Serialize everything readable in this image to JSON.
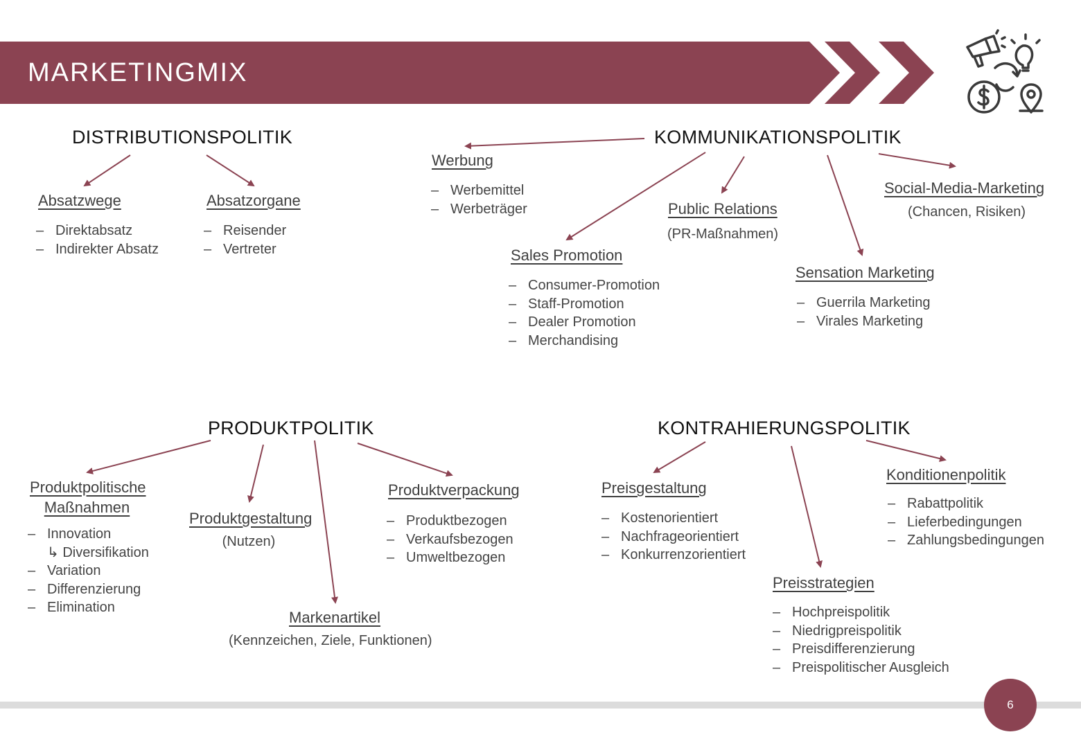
{
  "header": {
    "title": "MARKETINGMIX",
    "accent_color": "#8b4352",
    "icon": "marketing-mix-icon"
  },
  "distribution": {
    "title": "DISTRIBUTIONSPOLITIK",
    "absatzwege": {
      "label": "Absatzwege",
      "items": [
        "Direktabsatz",
        "Indirekter Absatz"
      ]
    },
    "absatzorgane": {
      "label": "Absatzorgane",
      "items": [
        "Reisender",
        "Vertreter"
      ]
    }
  },
  "communication": {
    "title": "KOMMUNIKATIONSPOLITIK",
    "werbung": {
      "label": "Werbung",
      "items": [
        "Werbemittel",
        "Werbeträger"
      ]
    },
    "sales_promotion": {
      "label": "Sales Promotion",
      "items": [
        "Consumer-Promotion",
        "Staff-Promotion",
        "Dealer Promotion",
        "Merchandising"
      ]
    },
    "public_relations": {
      "label": "Public Relations",
      "note": "(PR-Maßnahmen)"
    },
    "sensation_marketing": {
      "label": "Sensation Marketing",
      "items": [
        "Guerrila Marketing",
        "Virales Marketing"
      ]
    },
    "social_media": {
      "label": "Social-Media-Marketing",
      "note": "(Chancen, Risiken)"
    }
  },
  "product": {
    "title": "PRODUKTPOLITIK",
    "massnahmen": {
      "label_line1": "Produktpolitische",
      "label_line2": "Maßnahmen",
      "items": [
        "Innovation",
        "Diversifikation",
        "Variation",
        "Differenzierung",
        "Elimination"
      ],
      "sub_arrow": "↳"
    },
    "gestaltung": {
      "label": "Produktgestaltung",
      "note": "(Nutzen)"
    },
    "markenartikel": {
      "label": "Markenartikel",
      "note": "(Kennzeichen, Ziele, Funktionen)"
    },
    "verpackung": {
      "label": "Produktverpackung",
      "items": [
        "Produktbezogen",
        "Verkaufsbezogen",
        "Umweltbezogen"
      ]
    }
  },
  "contract": {
    "title": "KONTRAHIERUNGSPOLITIK",
    "preisgestaltung": {
      "label": "Preisgestaltung",
      "items": [
        "Kostenorientiert",
        "Nachfrageorientiert",
        "Konkurrenzorientiert"
      ]
    },
    "preisstrategien": {
      "label": "Preisstrategien",
      "items": [
        "Hochpreispolitik",
        "Niedrigpreispolitik",
        "Preisdifferenzierung",
        "Preispolitischer Ausgleich"
      ]
    },
    "konditionen": {
      "label": "Konditionenpolitik",
      "items": [
        "Rabattpolitik",
        "Lieferbedingungen",
        "Zahlungsbedingungen"
      ]
    }
  },
  "footer": {
    "page_number": "6"
  },
  "dash": "–"
}
